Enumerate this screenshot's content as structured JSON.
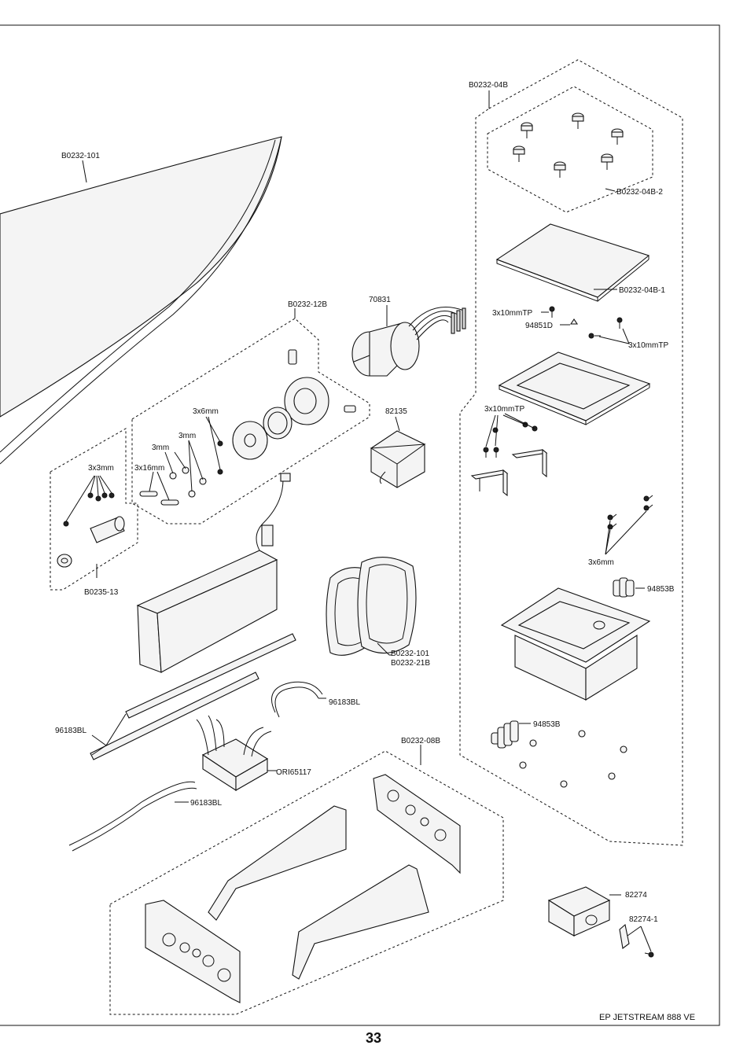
{
  "footer": {
    "model": "EP JETSTREAM 888 VE",
    "page_number": "33"
  },
  "labels": {
    "hull": "B0232-101",
    "hatch_group": "B0232-04B",
    "hatch_knobs": "B0232-04B-2",
    "hatch_plate": "B0232-04B-1",
    "screw_tp_a": "3x10mmTP",
    "part_94851d": "94851D",
    "screw_tp_b": "3x10mmTP",
    "screw_tp_c": "3x10mmTP",
    "motor_mount_group": "B0232-12B",
    "motor": "70831",
    "receiver": "82135",
    "screw_3x6_a": "3x6mm",
    "washer_3mm_a": "3mm",
    "washer_3mm_b": "3mm",
    "screw_3x16": "3x16mm",
    "set_screw_3x3": "3x3mm",
    "coupler": "B0235-13",
    "strap_a": "B0232-101",
    "strap_b": "B0232-21B",
    "screw_3x6_b": "3x6mm",
    "bellows_a": "94853B",
    "bellows_b": "94853B",
    "tube_a": "96183BL",
    "tube_b": "96183BL",
    "tube_c": "96183BL",
    "esc": "ORI65117",
    "stand_group": "B0232-08B",
    "servo": "82274",
    "servo_horn": "82274-1"
  }
}
